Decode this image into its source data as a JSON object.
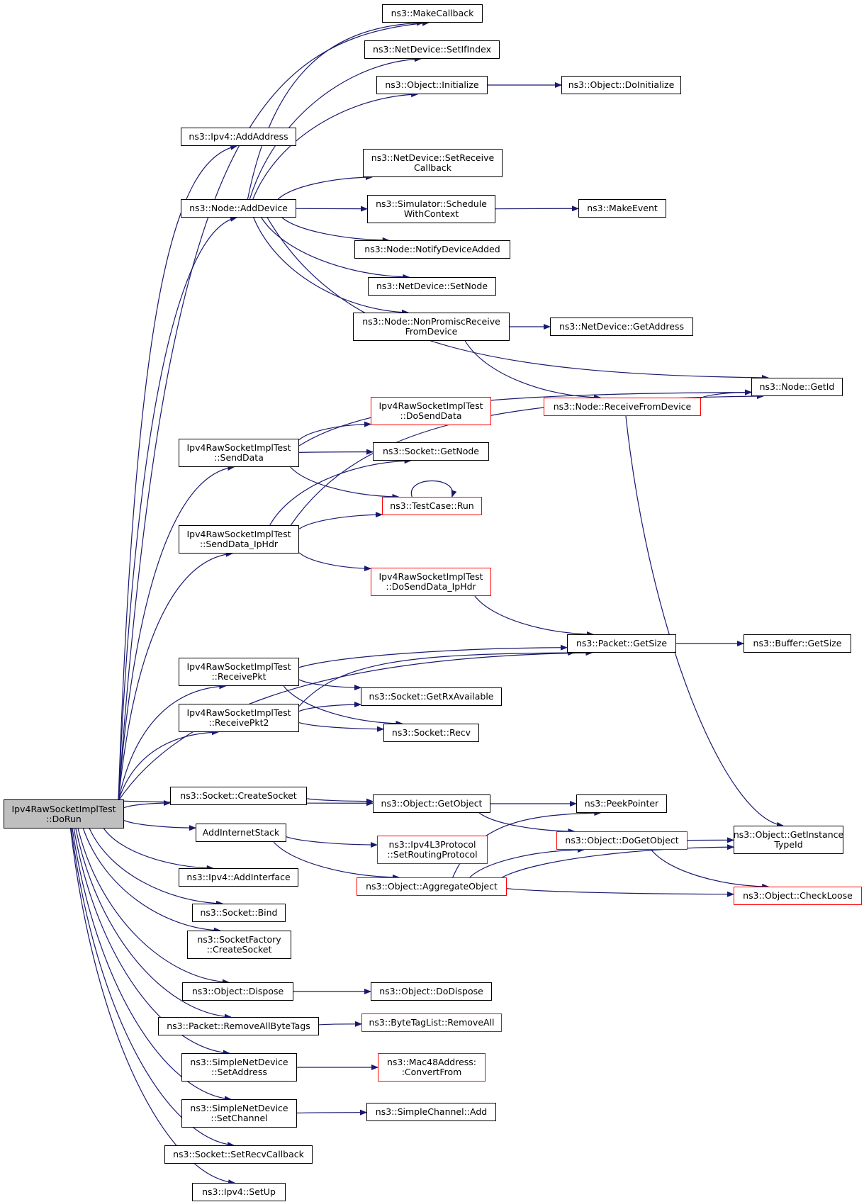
{
  "colors": {
    "edge": "#191970",
    "node_border": "#000000",
    "truncated_border": "#ff0000",
    "root_fill": "#bfbfbf",
    "node_fill": "#ffffff"
  },
  "nodes": {
    "root": {
      "lines": [
        "Ipv4RawSocketImplTest",
        "::DoRun"
      ],
      "style": "root"
    },
    "makecallback": {
      "lines": [
        "ns3::MakeCallback"
      ],
      "style": "normal"
    },
    "setifindex": {
      "lines": [
        "ns3::NetDevice::SetIfIndex"
      ],
      "style": "normal"
    },
    "objinit": {
      "lines": [
        "ns3::Object::Initialize"
      ],
      "style": "normal"
    },
    "objdoinit": {
      "lines": [
        "ns3::Object::DoInitialize"
      ],
      "style": "normal"
    },
    "ipv4addaddr": {
      "lines": [
        "ns3::Ipv4::AddAddress"
      ],
      "style": "normal"
    },
    "setrecvcb": {
      "lines": [
        "ns3::NetDevice::SetReceive",
        "Callback"
      ],
      "style": "normal"
    },
    "nodeadddev": {
      "lines": [
        "ns3::Node::AddDevice"
      ],
      "style": "normal"
    },
    "schedctx": {
      "lines": [
        "ns3::Simulator::Schedule",
        "WithContext"
      ],
      "style": "normal"
    },
    "makeevent": {
      "lines": [
        "ns3::MakeEvent"
      ],
      "style": "normal"
    },
    "notifydev": {
      "lines": [
        "ns3::Node::NotifyDeviceAdded"
      ],
      "style": "normal"
    },
    "setnode": {
      "lines": [
        "ns3::NetDevice::SetNode"
      ],
      "style": "normal"
    },
    "nonpromisc": {
      "lines": [
        "ns3::Node::NonPromiscReceive",
        "FromDevice"
      ],
      "style": "normal"
    },
    "getaddress": {
      "lines": [
        "ns3::NetDevice::GetAddress"
      ],
      "style": "normal"
    },
    "getid": {
      "lines": [
        "ns3::Node::GetId"
      ],
      "style": "normal"
    },
    "recvfromdev": {
      "lines": [
        "ns3::Node::ReceiveFromDevice"
      ],
      "style": "truncated"
    },
    "dosenddata": {
      "lines": [
        "Ipv4RawSocketImplTest",
        "::DoSendData"
      ],
      "style": "truncated"
    },
    "senddata": {
      "lines": [
        "Ipv4RawSocketImplTest",
        "::SendData"
      ],
      "style": "normal"
    },
    "sockgetnode": {
      "lines": [
        "ns3::Socket::GetNode"
      ],
      "style": "normal"
    },
    "testrun": {
      "lines": [
        "ns3::TestCase::Run"
      ],
      "style": "truncated"
    },
    "senddataip": {
      "lines": [
        "Ipv4RawSocketImplTest",
        "::SendData_IpHdr"
      ],
      "style": "normal"
    },
    "dosenddataip": {
      "lines": [
        "Ipv4RawSocketImplTest",
        "::DoSendData_IpHdr"
      ],
      "style": "truncated"
    },
    "pktgetsize": {
      "lines": [
        "ns3::Packet::GetSize"
      ],
      "style": "normal"
    },
    "bufgetsize": {
      "lines": [
        "ns3::Buffer::GetSize"
      ],
      "style": "normal"
    },
    "recvpkt": {
      "lines": [
        "Ipv4RawSocketImplTest",
        "::ReceivePkt"
      ],
      "style": "normal"
    },
    "getrxavail": {
      "lines": [
        "ns3::Socket::GetRxAvailable"
      ],
      "style": "normal"
    },
    "recvpkt2": {
      "lines": [
        "Ipv4RawSocketImplTest",
        "::ReceivePkt2"
      ],
      "style": "normal"
    },
    "sockrecv": {
      "lines": [
        "ns3::Socket::Recv"
      ],
      "style": "normal"
    },
    "createsock": {
      "lines": [
        "ns3::Socket::CreateSocket"
      ],
      "style": "normal"
    },
    "getobject": {
      "lines": [
        "ns3::Object::GetObject"
      ],
      "style": "normal"
    },
    "peekptr": {
      "lines": [
        "ns3::PeekPointer"
      ],
      "style": "normal"
    },
    "addinet": {
      "lines": [
        "AddInternetStack"
      ],
      "style": "normal"
    },
    "dogetobj": {
      "lines": [
        "ns3::Object::DoGetObject"
      ],
      "style": "truncated"
    },
    "getinst": {
      "lines": [
        "ns3::Object::GetInstance",
        "TypeId"
      ],
      "style": "normal"
    },
    "setrouting": {
      "lines": [
        "ns3::Ipv4L3Protocol",
        "::SetRoutingProtocol"
      ],
      "style": "truncated"
    },
    "ipv4addif": {
      "lines": [
        "ns3::Ipv4::AddInterface"
      ],
      "style": "normal"
    },
    "aggobj": {
      "lines": [
        "ns3::Object::AggregateObject"
      ],
      "style": "truncated"
    },
    "checkloose": {
      "lines": [
        "ns3::Object::CheckLoose"
      ],
      "style": "truncated"
    },
    "sockbind": {
      "lines": [
        "ns3::Socket::Bind"
      ],
      "style": "normal"
    },
    "sfcreate": {
      "lines": [
        "ns3::SocketFactory",
        "::CreateSocket"
      ],
      "style": "normal"
    },
    "objdispose": {
      "lines": [
        "ns3::Object::Dispose"
      ],
      "style": "normal"
    },
    "objdodispose": {
      "lines": [
        "ns3::Object::DoDispose"
      ],
      "style": "normal"
    },
    "rmbytetags": {
      "lines": [
        "ns3::Packet::RemoveAllByteTags"
      ],
      "style": "normal"
    },
    "btlremove": {
      "lines": [
        "ns3::ByteTagList::RemoveAll"
      ],
      "style": "truncated"
    },
    "snsetaddr": {
      "lines": [
        "ns3::SimpleNetDevice",
        "::SetAddress"
      ],
      "style": "normal"
    },
    "mac48conv": {
      "lines": [
        "ns3::Mac48Address:",
        ":ConvertFrom"
      ],
      "style": "truncated"
    },
    "snsetchan": {
      "lines": [
        "ns3::SimpleNetDevice",
        "::SetChannel"
      ],
      "style": "normal"
    },
    "scadd": {
      "lines": [
        "ns3::SimpleChannel::Add"
      ],
      "style": "normal"
    },
    "setrecvcallback": {
      "lines": [
        "ns3::Socket::SetRecvCallback"
      ],
      "style": "normal"
    },
    "ipv4setup": {
      "lines": [
        "ns3::Ipv4::SetUp"
      ],
      "style": "normal"
    }
  },
  "edges": [
    [
      "root",
      "ipv4addaddr"
    ],
    [
      "root",
      "makecallback"
    ],
    [
      "root",
      "nodeadddev"
    ],
    [
      "root",
      "senddata"
    ],
    [
      "root",
      "senddataip"
    ],
    [
      "root",
      "pktgetsize"
    ],
    [
      "root",
      "recvpkt"
    ],
    [
      "root",
      "recvpkt2"
    ],
    [
      "root",
      "getobject"
    ],
    [
      "root",
      "createsock"
    ],
    [
      "root",
      "addinet"
    ],
    [
      "root",
      "ipv4addif"
    ],
    [
      "root",
      "sockbind"
    ],
    [
      "root",
      "sfcreate"
    ],
    [
      "root",
      "objdispose"
    ],
    [
      "root",
      "rmbytetags"
    ],
    [
      "root",
      "snsetaddr"
    ],
    [
      "root",
      "snsetchan"
    ],
    [
      "root",
      "setrecvcallback"
    ],
    [
      "root",
      "ipv4setup"
    ],
    [
      "nodeadddev",
      "makecallback"
    ],
    [
      "nodeadddev",
      "setifindex"
    ],
    [
      "nodeadddev",
      "objinit"
    ],
    [
      "nodeadddev",
      "getid"
    ],
    [
      "nodeadddev",
      "setrecvcb"
    ],
    [
      "nodeadddev",
      "schedctx"
    ],
    [
      "nodeadddev",
      "notifydev"
    ],
    [
      "nodeadddev",
      "setnode"
    ],
    [
      "nodeadddev",
      "nonpromisc"
    ],
    [
      "objinit",
      "objdoinit"
    ],
    [
      "schedctx",
      "makeevent"
    ],
    [
      "nonpromisc",
      "getaddress"
    ],
    [
      "nonpromisc",
      "recvfromdev"
    ],
    [
      "recvfromdev",
      "getid"
    ],
    [
      "recvfromdev",
      "getinst"
    ],
    [
      "senddata",
      "getid"
    ],
    [
      "senddata",
      "dosenddata"
    ],
    [
      "senddata",
      "sockgetnode"
    ],
    [
      "senddata",
      "testrun"
    ],
    [
      "testrun",
      "testrun"
    ],
    [
      "senddataip",
      "sockgetnode"
    ],
    [
      "senddataip",
      "testrun"
    ],
    [
      "senddataip",
      "getid"
    ],
    [
      "senddataip",
      "dosenddataip"
    ],
    [
      "dosenddataip",
      "pktgetsize"
    ],
    [
      "pktgetsize",
      "bufgetsize"
    ],
    [
      "recvpkt",
      "pktgetsize"
    ],
    [
      "recvpkt",
      "getrxavail"
    ],
    [
      "recvpkt",
      "sockrecv"
    ],
    [
      "recvpkt2",
      "getrxavail"
    ],
    [
      "recvpkt2",
      "sockrecv"
    ],
    [
      "recvpkt2",
      "pktgetsize"
    ],
    [
      "createsock",
      "getobject"
    ],
    [
      "getobject",
      "peekptr"
    ],
    [
      "getobject",
      "dogetobj"
    ],
    [
      "addinet",
      "setrouting"
    ],
    [
      "addinet",
      "aggobj"
    ],
    [
      "aggobj",
      "peekptr"
    ],
    [
      "aggobj",
      "dogetobj"
    ],
    [
      "aggobj",
      "getinst"
    ],
    [
      "aggobj",
      "checkloose"
    ],
    [
      "dogetobj",
      "getinst"
    ],
    [
      "dogetobj",
      "checkloose"
    ],
    [
      "objdispose",
      "objdodispose"
    ],
    [
      "rmbytetags",
      "btlremove"
    ],
    [
      "snsetaddr",
      "mac48conv"
    ],
    [
      "snsetchan",
      "scadd"
    ]
  ]
}
